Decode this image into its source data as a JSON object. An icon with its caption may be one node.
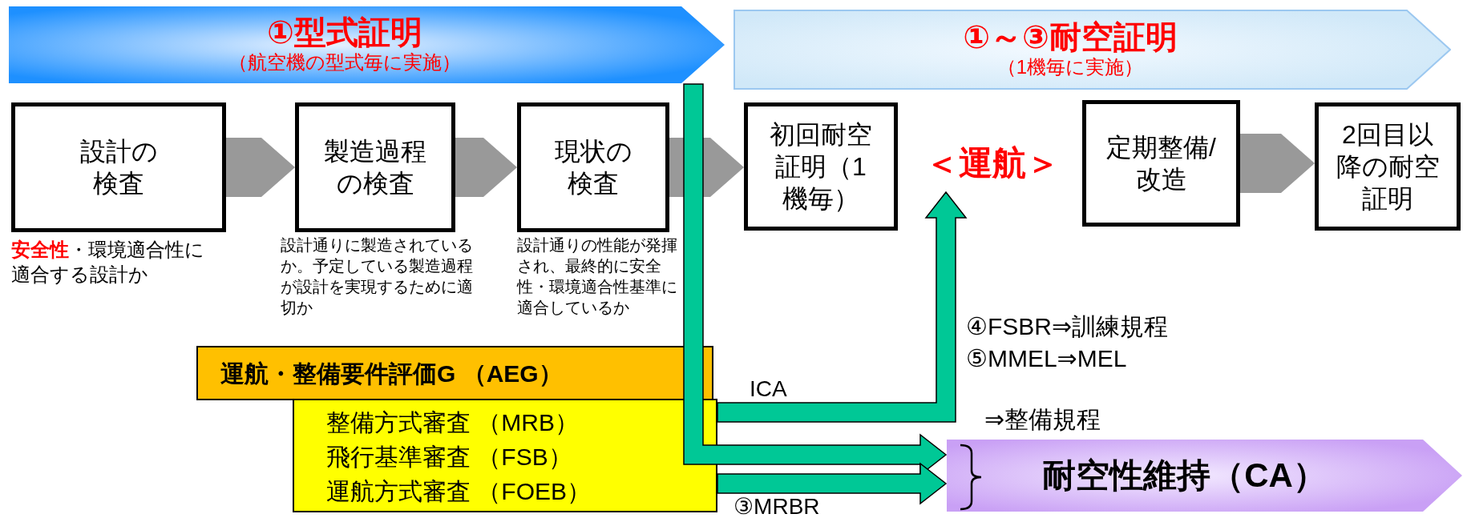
{
  "diagram": {
    "nodes": [
      {
        "text": [
          "①型式証明",
          "（航空機の型式毎に実施）"
        ]
      },
      {
        "text": [
          "①～③耐空証明",
          "（1機毎に実施）"
        ]
      },
      {
        "text": [
          "設計の検査"
        ],
        "beside": [
          "**安全性**・環境適合性に適合する設計か"
        ]
      },
      {
        "text": [
          "製造過程の検査"
        ],
        "beside": [
          "設計通りに製造されているか。予定している製造過程が設計を実現するために適切か"
        ]
      },
      {
        "text": [
          "現状の検査"
        ],
        "beside": [
          "設計通りの性能が発揮され、最終的に安全性・環境適合性基準に適合しているか"
        ]
      },
      {
        "text": [
          "初回耐空証明（1機毎）"
        ]
      },
      {
        "text": [
          "＜運航＞"
        ]
      },
      {
        "text": [
          "定期整備/改造"
        ]
      },
      {
        "text": [
          "2回目以降の耐空証明"
        ]
      },
      {
        "text": [
          "運航・整備要件評価G （AEG）"
        ]
      },
      {
        "text": [
          "整備方式審査 （MRB）",
          "飛行基準審査 （FSB）",
          "運航方式審査 （FOEB）"
        ]
      },
      {
        "text": [
          "耐空性維持（CA）"
        ]
      }
    ],
    "edges": [
      {
        "from": 2,
        "to": 3,
        "arrow": "to"
      },
      {
        "from": 3,
        "to": 4,
        "arrow": "to"
      },
      {
        "from": 4,
        "to": 5,
        "arrow": "to"
      },
      {
        "from": 7,
        "to": 8,
        "arrow": "to"
      },
      {
        "from": 0,
        "to": 11,
        "arrow": "to",
        "color": "#00c896"
      },
      {
        "from": 10,
        "to": 6,
        "arrow": "to",
        "label": "ICA",
        "color": "#00c896"
      },
      {
        "from": 10,
        "to": 11,
        "arrow": "to",
        "label": "③MRBR",
        "color": "#00c896"
      }
    ],
    "labels": [
      "④FSBR⇒訓練規程",
      "⑤MMEL⇒MEL",
      "⇒整備規程"
    ]
  }
}
